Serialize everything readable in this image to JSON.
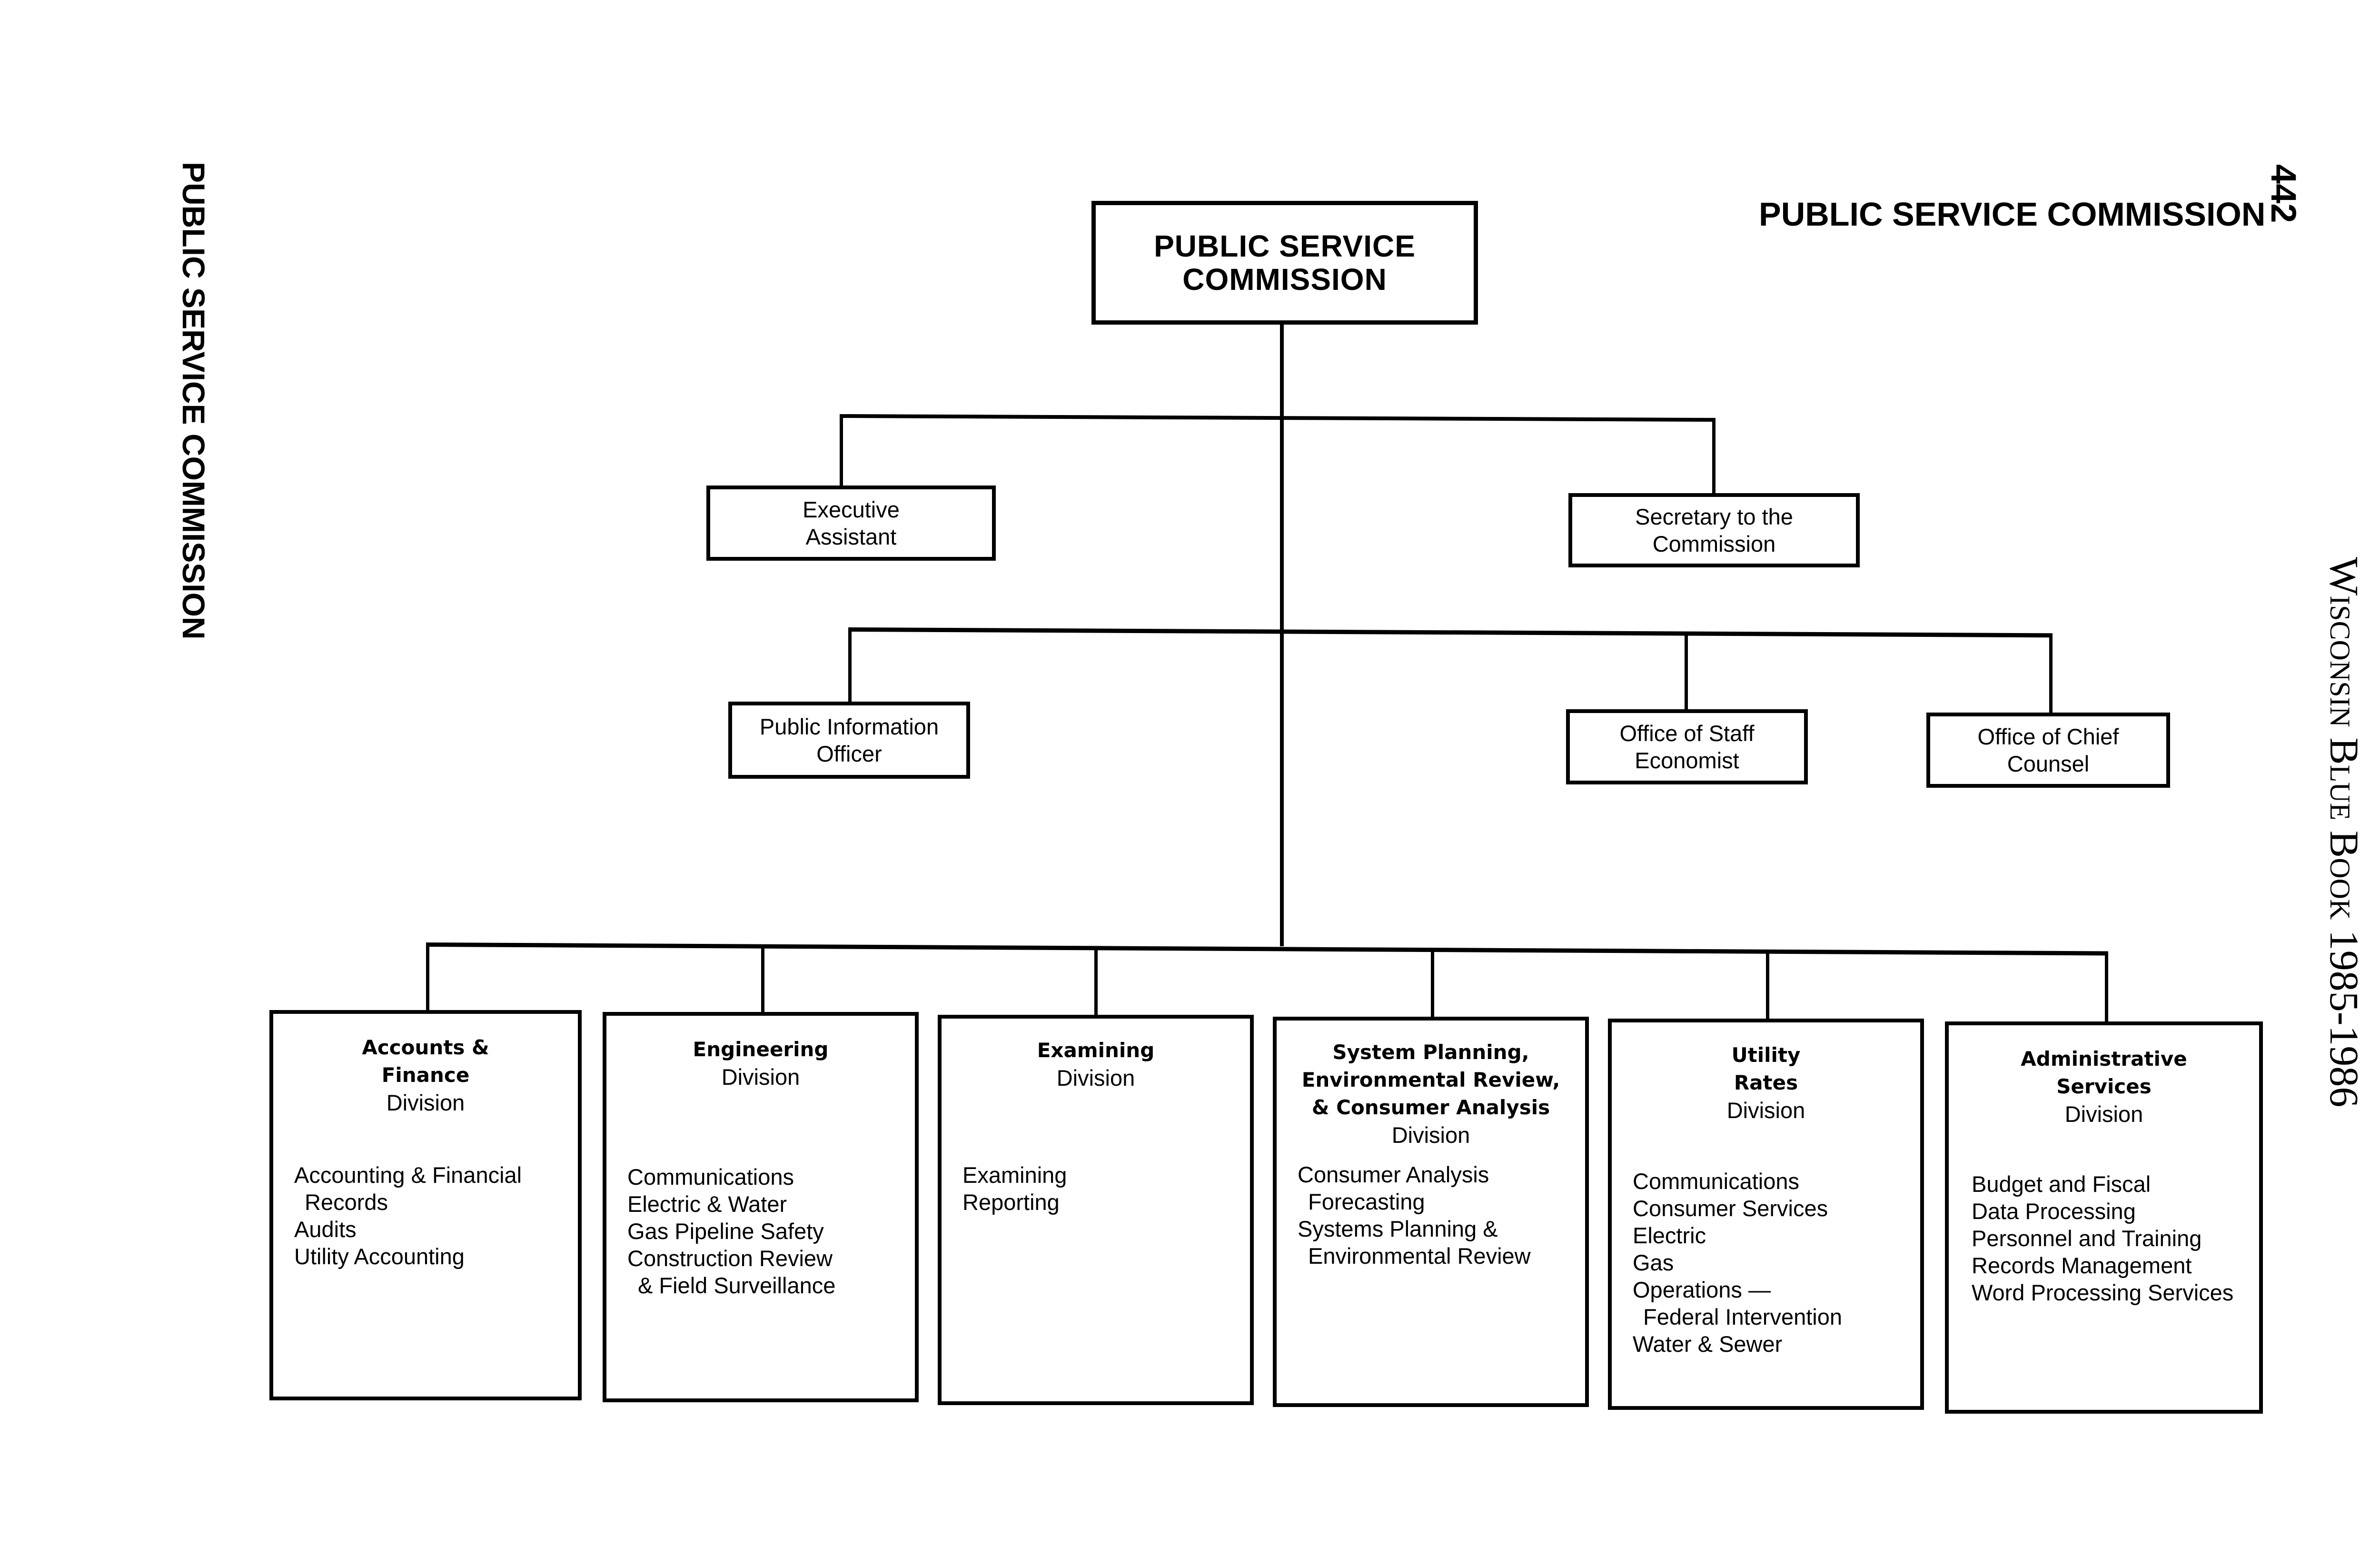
{
  "page": {
    "running_header": "PUBLIC SERVICE COMMISSION",
    "page_number": "442",
    "side_title_left": "PUBLIC SERVICE COMMISSION",
    "side_title_right": "Wisconsin Blue Book 1985-1986"
  },
  "chart": {
    "root": {
      "lines": [
        "PUBLIC SERVICE",
        "COMMISSION"
      ]
    },
    "staff_level_1": [
      {
        "lines": [
          "Executive",
          "Assistant"
        ]
      },
      {
        "lines": [
          "Secretary to the",
          "Commission"
        ]
      }
    ],
    "staff_level_2": [
      {
        "lines": [
          "Public Information",
          "Officer"
        ]
      },
      {
        "lines": [
          "Office of Staff",
          "Economist"
        ]
      },
      {
        "lines": [
          "Office of Chief",
          "Counsel"
        ]
      }
    ],
    "divisions": [
      {
        "name_lines": [
          "Accounts &",
          "Finance"
        ],
        "suffix": "Division",
        "units": [
          "Accounting & Financial",
          " Records",
          "Audits",
          "Utility Accounting"
        ]
      },
      {
        "name_lines": [
          "Engineering"
        ],
        "suffix": "Division",
        "units": [
          "Communications",
          "Electric & Water",
          "Gas Pipeline Safety",
          "Construction Review",
          " & Field Surveillance"
        ]
      },
      {
        "name_lines": [
          "Examining"
        ],
        "suffix": "Division",
        "units": [
          "Examining",
          "Reporting"
        ]
      },
      {
        "name_lines": [
          "System Planning,",
          "Environmental Review,",
          "& Consumer Analysis"
        ],
        "suffix": "Division",
        "units": [
          "Consumer Analysis",
          " Forecasting",
          "Systems Planning &",
          " Environmental Review"
        ]
      },
      {
        "name_lines": [
          "Utility",
          "Rates"
        ],
        "suffix": "Division",
        "units": [
          "Communications",
          "Consumer Services",
          "Electric",
          "Gas",
          "Operations —",
          " Federal Intervention",
          "Water & Sewer"
        ]
      },
      {
        "name_lines": [
          "Administrative",
          "Services"
        ],
        "suffix": "Division",
        "units": [
          "Budget and Fiscal",
          "Data Processing",
          "Personnel and Training",
          "Records Management",
          "Word Processing Services"
        ]
      }
    ]
  }
}
